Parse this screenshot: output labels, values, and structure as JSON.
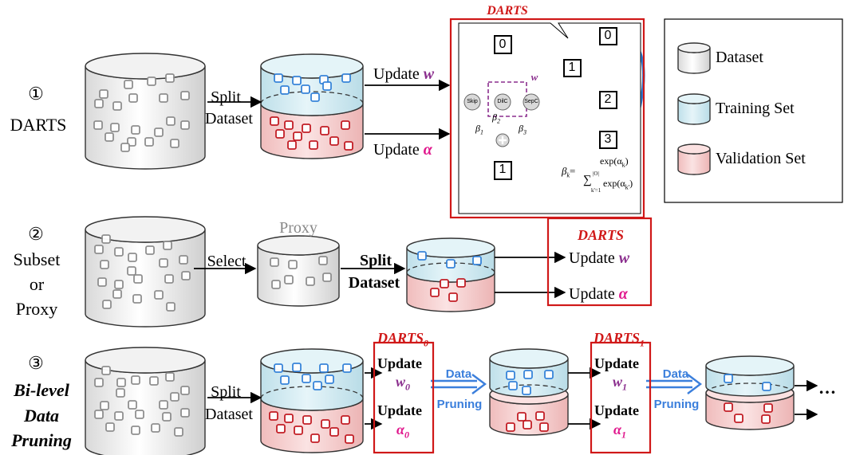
{
  "colors": {
    "gray_square": "#8a8a8a",
    "blue_square": "#2f7fd8",
    "red_square": "#c0141c",
    "training_fill": "#d8eef3",
    "validation_fill": "#f6d2d2",
    "darts_border": "#d01818",
    "alpha": "#e0168c",
    "w": "#8b2f8e",
    "graph_blue": "#2f7fd8",
    "pruning_arrow": "#3b7fdc"
  },
  "rows": {
    "r1": {
      "number": "①",
      "label": "DARTS"
    },
    "r2": {
      "number": "②",
      "label_line1": "Subset",
      "label_line2": "or",
      "label_line3": "Proxy"
    },
    "r3": {
      "number": "③",
      "label_line1": "Bi-level",
      "label_line2": "Data",
      "label_line3": "Pruning"
    }
  },
  "arrows": {
    "split_line1": "Split",
    "split_line2": "Dataset",
    "select": "Select",
    "proxy": "Proxy",
    "data_pruning_line1": "Data",
    "data_pruning_line2": "Pruning",
    "ellipsis": "…"
  },
  "updates": {
    "update": "Update",
    "w": "w",
    "alpha": "α",
    "w0": "w",
    "w0_sub": "0",
    "alpha0": "α",
    "alpha0_sub": "0",
    "w1": "w",
    "w1_sub": "1",
    "alpha1": "α",
    "alpha1_sub": "1"
  },
  "darts": {
    "title": "DARTS",
    "title0": "DARTS",
    "title0_sub": "0",
    "title1": "DARTS",
    "title1_sub": "1",
    "node0": "0",
    "node1": "1",
    "node2": "2",
    "node3": "3",
    "op_skip": "Skip",
    "op_dilconv": "DilC",
    "op_sepconv": "SepC",
    "w_label": "w",
    "beta1": "β",
    "beta1_sub": "1",
    "beta2": "β",
    "beta2_sub": "2",
    "beta3": "β",
    "beta3_sub": "3",
    "formula_lhs": "β",
    "formula_lhs_sub": "k",
    "formula_num": "exp(α",
    "formula_num_sub": "k",
    "formula_den_sum": "∑",
    "formula_den_top": "|O|",
    "formula_den_bottom": "k'=1",
    "formula_den": "exp(α",
    "formula_den_sub": "k'",
    "formula_eq": "="
  },
  "legend": {
    "dataset": "Dataset",
    "training": "Training Set",
    "validation": "Validation Set"
  }
}
